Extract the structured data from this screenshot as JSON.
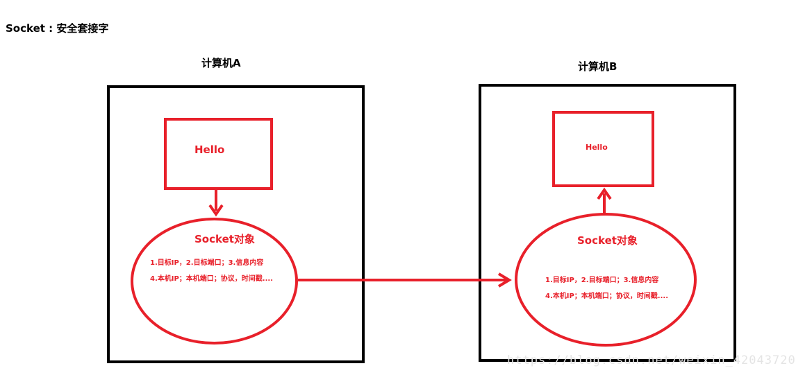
{
  "title": "Socket : 安全套接字",
  "computer_a": {
    "label": "计算机A",
    "message": "Hello",
    "socket": {
      "title": "Socket对象",
      "line1": "1.目标IP，2.目标端口；3.信息内容",
      "line2": "4.本机IP；本机端口；协议，时间戳...."
    }
  },
  "computer_b": {
    "label": "计算机B",
    "message": "Hello",
    "socket": {
      "title": "Socket对象",
      "line1": "1.目标IP，2.目标端口；3.信息内容",
      "line2": "4.本机IP；本机端口；协议，时间戳...."
    }
  },
  "watermark": "https://blog.csdn.net/weixin_42043720",
  "colors": {
    "accent": "#e8202a",
    "border": "#000000"
  }
}
